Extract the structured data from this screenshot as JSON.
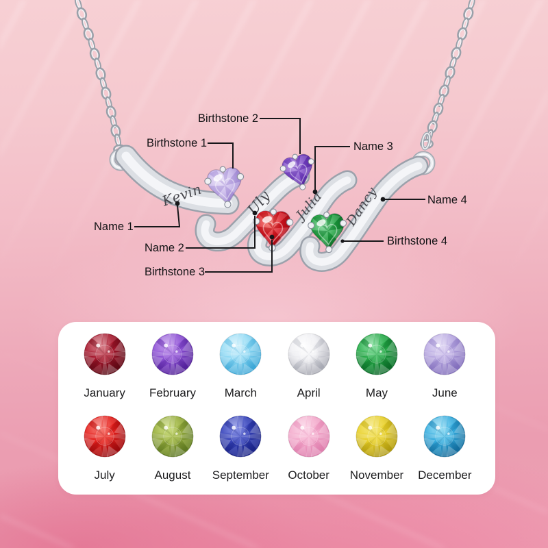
{
  "product_diagram": {
    "engraved_names": [
      {
        "slot": 1,
        "name": "Kevin"
      },
      {
        "slot": 2,
        "name": "Uly"
      },
      {
        "slot": 3,
        "name": "Julia"
      },
      {
        "slot": 4,
        "name": "Dancy"
      }
    ],
    "callouts": [
      {
        "id": "birthstone-1",
        "label": "Birthstone 1"
      },
      {
        "id": "birthstone-2",
        "label": "Birthstone 2"
      },
      {
        "id": "birthstone-3",
        "label": "Birthstone 3"
      },
      {
        "id": "birthstone-4",
        "label": "Birthstone 4"
      },
      {
        "id": "name-1",
        "label": "Name 1"
      },
      {
        "id": "name-2",
        "label": "Name 2"
      },
      {
        "id": "name-3",
        "label": "Name 3"
      },
      {
        "id": "name-4",
        "label": "Name 4"
      }
    ],
    "pendant_stones": [
      {
        "slot": 1,
        "colors": {
          "light": "#eae1f8",
          "main": "#c5b3e9",
          "dark": "#8d73c7"
        }
      },
      {
        "slot": 2,
        "colors": {
          "light": "#b592e4",
          "main": "#7a46c6",
          "dark": "#4c1f96"
        }
      },
      {
        "slot": 3,
        "colors": {
          "light": "#f4756b",
          "main": "#d91420",
          "dark": "#940710"
        }
      },
      {
        "slot": 4,
        "colors": {
          "light": "#7ed699",
          "main": "#1ea13e",
          "dark": "#0a6223"
        }
      }
    ],
    "metal_color": "#dcdfe4"
  },
  "birthstone_chart": {
    "months": [
      {
        "name": "January",
        "colors": {
          "light": "#dd8892",
          "main": "#a3152a",
          "dark": "#5f0a16"
        }
      },
      {
        "name": "February",
        "colors": {
          "light": "#c9a1ef",
          "main": "#8a4fd2",
          "dark": "#55239c"
        }
      },
      {
        "name": "March",
        "colors": {
          "light": "#d8f3fc",
          "main": "#8fd9f4",
          "dark": "#3fa9d8"
        }
      },
      {
        "name": "April",
        "colors": {
          "light": "#ffffff",
          "main": "#ededf1",
          "dark": "#a9aab4"
        }
      },
      {
        "name": "May",
        "colors": {
          "light": "#8fe3a6",
          "main": "#23a645",
          "dark": "#0b6b28"
        }
      },
      {
        "name": "June",
        "colors": {
          "light": "#e4dcf6",
          "main": "#b7a7e0",
          "dark": "#8470bd"
        }
      },
      {
        "name": "July",
        "colors": {
          "light": "#f8837b",
          "main": "#e31f1c",
          "dark": "#9d0b0e"
        }
      },
      {
        "name": "August",
        "colors": {
          "light": "#cfe083",
          "main": "#94aa3e",
          "dark": "#5f7a22"
        }
      },
      {
        "name": "September",
        "colors": {
          "light": "#8c95e8",
          "main": "#3642b6",
          "dark": "#1b2488"
        }
      },
      {
        "name": "October",
        "colors": {
          "light": "#fcd7e8",
          "main": "#f3a9cb",
          "dark": "#df7fae"
        }
      },
      {
        "name": "November",
        "colors": {
          "light": "#f6e97e",
          "main": "#e7cf2b",
          "dark": "#b09a10"
        }
      },
      {
        "name": "December",
        "colors": {
          "light": "#9fe2f6",
          "main": "#35abdd",
          "dark": "#146e9e"
        }
      }
    ]
  }
}
